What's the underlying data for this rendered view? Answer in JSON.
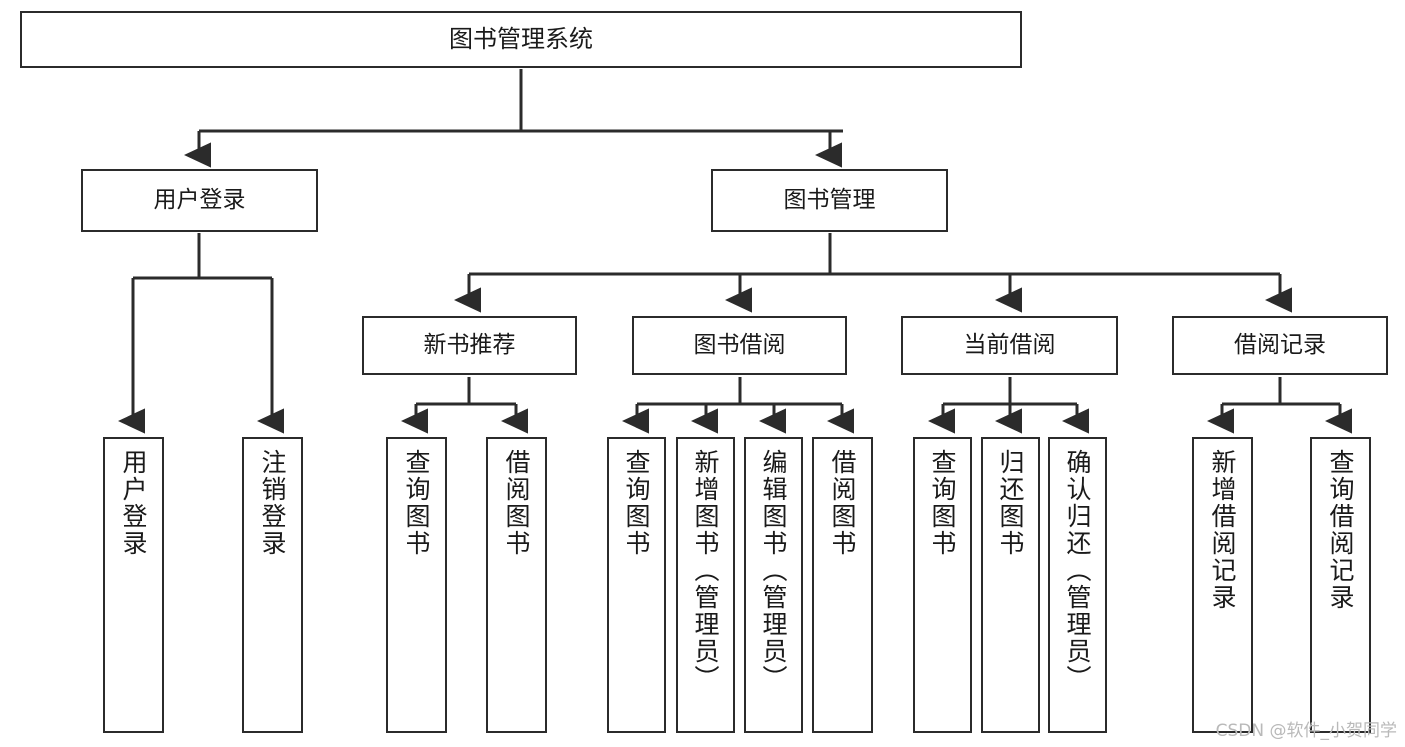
{
  "diagram": {
    "title": "图书管理系统",
    "type": "functional-structure-tree",
    "watermark": "CSDN @软件_小贺同学",
    "colors": {
      "border": "#2b2b2b",
      "text": "#1a1a1a",
      "background": "#ffffff",
      "connector": "#2b2b2b",
      "watermark": "#b9b9b9"
    },
    "levels": {
      "root": {
        "label": "图书管理系统"
      },
      "level2": [
        {
          "id": "user-login",
          "label": "用户登录"
        },
        {
          "id": "book-management",
          "label": "图书管理"
        }
      ],
      "level3": [
        {
          "id": "new-book-recommend",
          "label": "新书推荐"
        },
        {
          "id": "book-borrow",
          "label": "图书借阅"
        },
        {
          "id": "current-borrow",
          "label": "当前借阅"
        },
        {
          "id": "borrow-record",
          "label": "借阅记录"
        }
      ],
      "leaves": {
        "user-login": [
          {
            "id": "leaf-user-login",
            "label": "用户登录"
          },
          {
            "id": "leaf-user-logout",
            "label": "注销登录"
          }
        ],
        "new-book-recommend": [
          {
            "id": "leaf-query-book-1",
            "label": "查询图书"
          },
          {
            "id": "leaf-borrow-book-1",
            "label": "借阅图书"
          }
        ],
        "book-borrow": [
          {
            "id": "leaf-query-book-2",
            "label": "查询图书"
          },
          {
            "id": "leaf-add-book",
            "label": "新增图书（管理员）"
          },
          {
            "id": "leaf-edit-book",
            "label": "编辑图书（管理员）"
          },
          {
            "id": "leaf-borrow-book-2",
            "label": "借阅图书"
          }
        ],
        "current-borrow": [
          {
            "id": "leaf-query-book-3",
            "label": "查询图书"
          },
          {
            "id": "leaf-return-book",
            "label": "归还图书"
          },
          {
            "id": "leaf-confirm-return",
            "label": "确认归还（管理员）"
          }
        ],
        "borrow-record": [
          {
            "id": "leaf-add-record",
            "label": "新增借阅记录"
          },
          {
            "id": "leaf-query-record",
            "label": "查询借阅记录"
          }
        ]
      }
    }
  }
}
